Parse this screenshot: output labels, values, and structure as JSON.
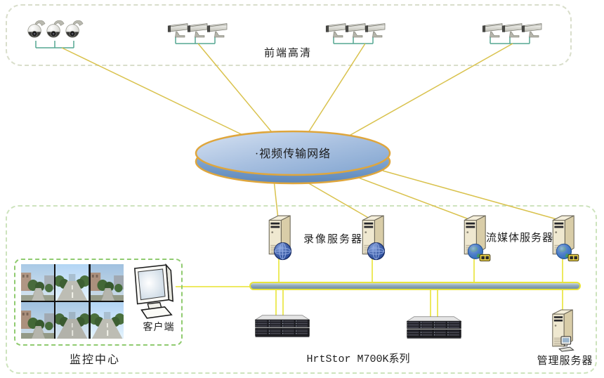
{
  "labels": {
    "frontend_zone": "前端高清",
    "network_cloud": "·视频传输网络",
    "recording_server": "录像服务器",
    "streaming_server": "流媒体服务器",
    "management_server": "管理服务器",
    "storage_series": "HrtStor M700K系列",
    "client": "客户端",
    "monitoring_center": "监控中心"
  },
  "nodes": {
    "camera_groups": [
      {
        "type": "ptz-dome-camera",
        "count": 3
      },
      {
        "type": "bullet-camera",
        "count": 3
      },
      {
        "type": "bullet-camera",
        "count": 3
      },
      {
        "type": "bullet-camera",
        "count": 3
      }
    ],
    "recording_servers": 2,
    "streaming_servers": 2,
    "storage_arrays": 2,
    "management_servers": 1,
    "video_wall_cells": 6
  },
  "colors": {
    "line_yellow": "#d9c24d",
    "line_bright_yellow": "#ebe74c",
    "line_teal": "#55a792",
    "cloud_fill_light": "#c6d8ee",
    "cloud_fill_dark": "#7fa3cf",
    "cloud_stroke": "#dfa63c",
    "bus_fill": "#8fa9bb",
    "bus_stroke": "#e8e43a",
    "frontend_border": "#d9decb",
    "backend_border": "#cde3bd",
    "monitoring_border": "#90cb70"
  }
}
